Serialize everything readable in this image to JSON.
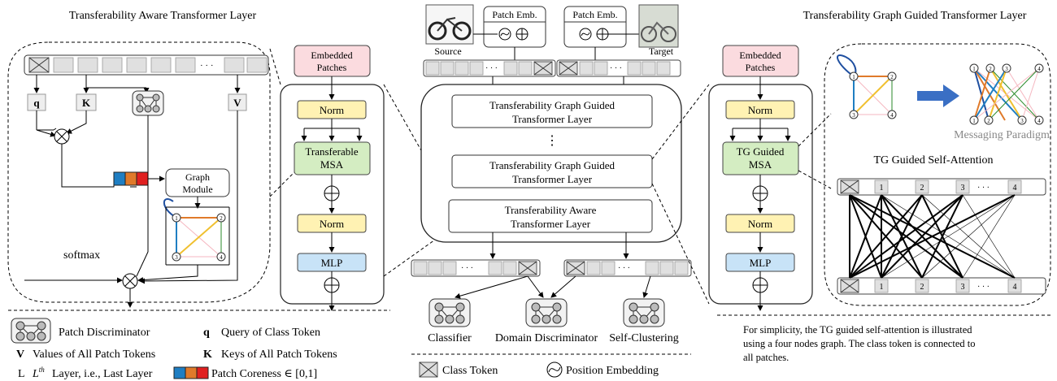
{
  "left": {
    "title": "Transferability Aware Transformer Layer",
    "q": "q",
    "k": "K",
    "v": "V",
    "graph_module": [
      "Graph",
      "Module"
    ],
    "softmax": "softmax",
    "ellipsis": "· · ·"
  },
  "enc_left": {
    "embedded_patches": [
      "Embedded",
      "Patches"
    ],
    "norm1": "Norm",
    "msa": [
      "Transferable",
      "MSA"
    ],
    "norm2": "Norm",
    "mlp": "MLP"
  },
  "center": {
    "patch_emb": "Patch Emb.",
    "source": "Source",
    "target": "Target",
    "tg_layer": [
      "Transferability Graph Guided",
      "Transformer Layer"
    ],
    "vdots": "⋮",
    "ta_layer": [
      "Transferability Aware",
      "Transformer Layer"
    ],
    "classifier": "Classifier",
    "domain_disc": "Domain Discriminator",
    "self_clustering": "Self-Clustering",
    "ellipsis": "· · ·"
  },
  "enc_right": {
    "embedded_patches": [
      "Embedded",
      "Patches"
    ],
    "norm1": "Norm",
    "msa": [
      "TG Guided",
      "MSA"
    ],
    "norm2": "Norm",
    "mlp": "MLP"
  },
  "right": {
    "title": "Transferability Graph Guided Transformer Layer",
    "messaging": "Messaging Paradigm",
    "tg_attn": "TG Guided Self-Attention",
    "tokens": [
      "1",
      "2",
      "3",
      "4"
    ],
    "ellipsis": "· · ·"
  },
  "legend": {
    "patch_disc": "Patch Discriminator",
    "q_label": "q",
    "q_desc": "Query of Class Token",
    "v_label": "V",
    "v_desc": "Values of All Patch Tokens",
    "k_label": "K",
    "k_desc": "Keys of All Patch Tokens",
    "l_label": "L",
    "l_desc": "Layer, i.e., Last Layer",
    "l_base": "L",
    "l_sup": "th",
    "coreness": "Patch Coreness ∈ [0,1]",
    "class_token": "Class Token",
    "pos_emb": "Position Embedding"
  },
  "note": [
    "For simplicity, the TG guided self-attention is illustrated",
    "using a four nodes graph. The class token is connected to",
    "all patches."
  ],
  "colors": {
    "embedded": "#fbdbdf",
    "norm": "#fff2b3",
    "msa": "#d4edc2",
    "mlp": "#c8e3f7",
    "blue": "#1f7ec2",
    "orange": "#e07a2a",
    "red": "#e02020",
    "arrow_blue": "#3a6fc4"
  }
}
